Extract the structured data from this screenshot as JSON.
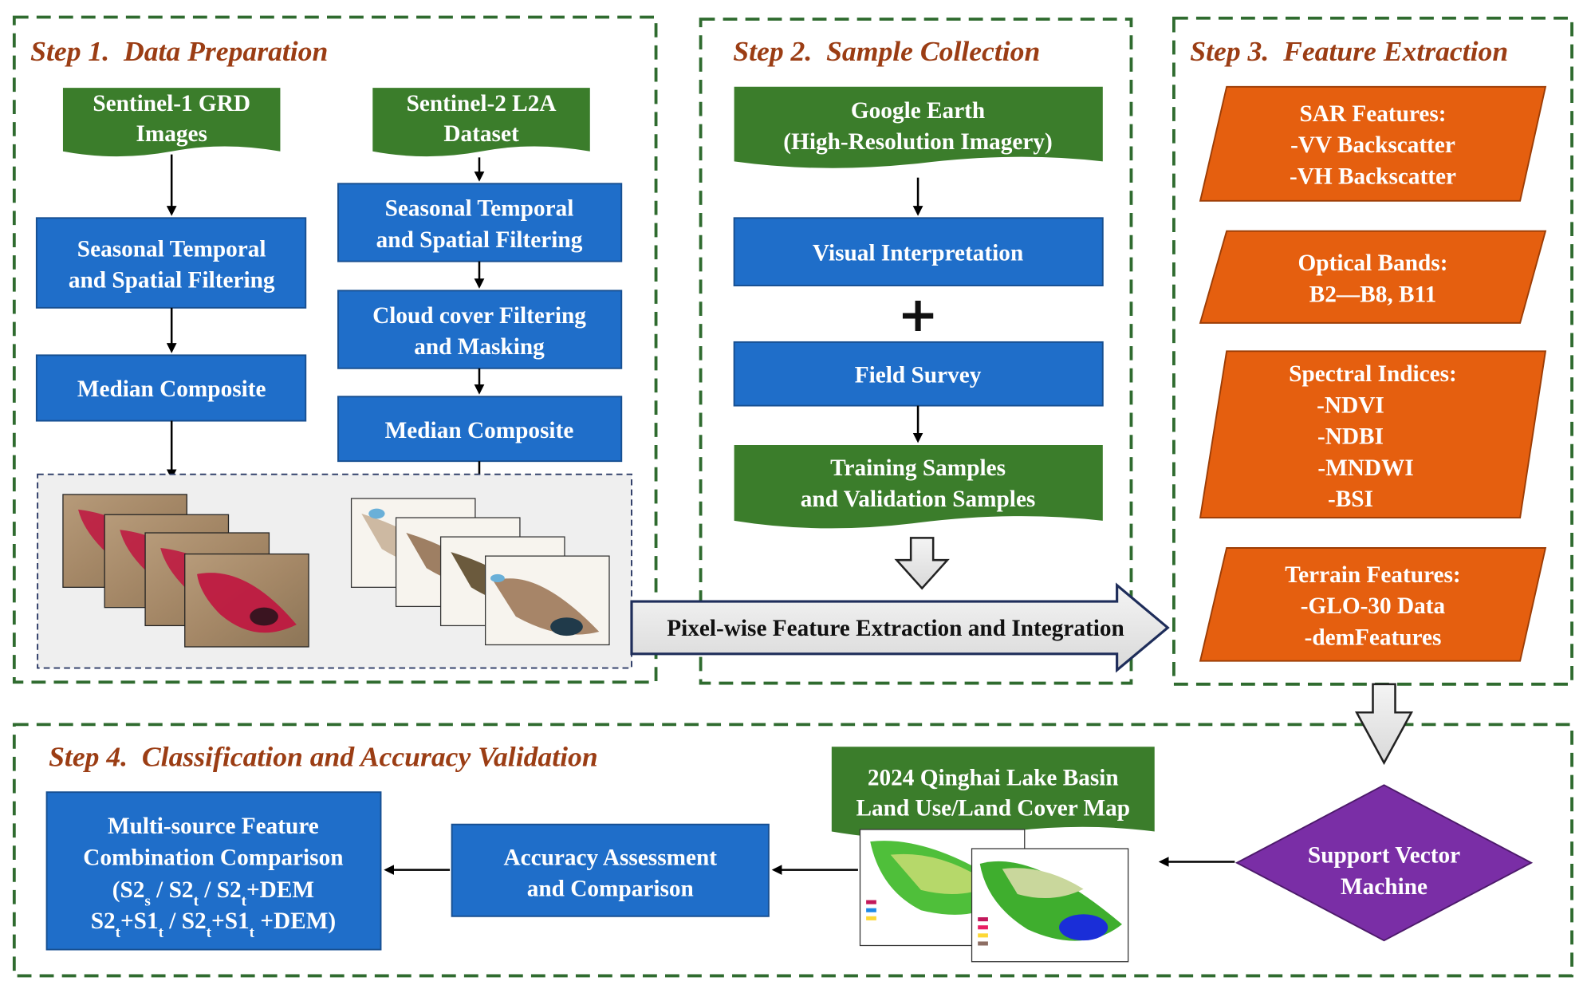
{
  "colors": {
    "green": "#3b7d2b",
    "blue": "#1f6ec9",
    "orange": "#e55f0f",
    "purple": "#7a2ea6",
    "step_title": "#9b3d14",
    "dashed_border": "#2f6b2f"
  },
  "step1": {
    "title": "Step 1.  Data Preparation",
    "s1_source": [
      "Sentinel-1 GRD",
      "Images"
    ],
    "s2_source": [
      "Sentinel-2 L2A",
      "Dataset"
    ],
    "s1_filter": [
      "Seasonal Temporal",
      "and Spatial Filtering"
    ],
    "s1_composite": "Median Composite",
    "s2_filter": [
      "Seasonal Temporal",
      "and Spatial Filtering"
    ],
    "s2_cloud": [
      "Cloud cover Filtering",
      "and Masking"
    ],
    "s2_composite": "Median Composite"
  },
  "step2": {
    "title": "Step 2.  Sample Collection",
    "google_earth": [
      "Google Earth",
      "(High-Resolution Imagery)"
    ],
    "visual_interpretation": "Visual Interpretation",
    "plus": "+",
    "field_survey": "Field Survey",
    "samples": [
      "Training Samples",
      "and Validation Samples"
    ]
  },
  "step3": {
    "title": "Step 3.  Feature Extraction",
    "sar": [
      "SAR Features:",
      "-VV Backscatter",
      "-VH Backscatter"
    ],
    "optical": [
      "Optical Bands:",
      "B2—B8, B11"
    ],
    "spectral": [
      "Spectral Indices:",
      "-NDVI",
      "-NDBI",
      "-MNDWI",
      "-BSI"
    ],
    "terrain": [
      "Terrain Features:",
      "-GLO-30 Data",
      "-demFeatures"
    ]
  },
  "integration_arrow": "Pixel-wise Feature Extraction and Integration",
  "step4": {
    "title": "Step 4.  Classification and Accuracy Validation",
    "svm": [
      "Support Vector",
      "Machine"
    ],
    "map_title": [
      "2024 Qinghai Lake Basin",
      "Land Use/Land Cover Map"
    ],
    "accuracy": [
      "Accuracy Assessment",
      "and Comparison"
    ],
    "comparison_line1": "Multi-source Feature",
    "comparison_line2": "Combination Comparison",
    "comparison_line3": "(S2s / S2t / S2t+DEM",
    "comparison_line4": "S2t+S1t / S2t+S1t +DEM)"
  }
}
